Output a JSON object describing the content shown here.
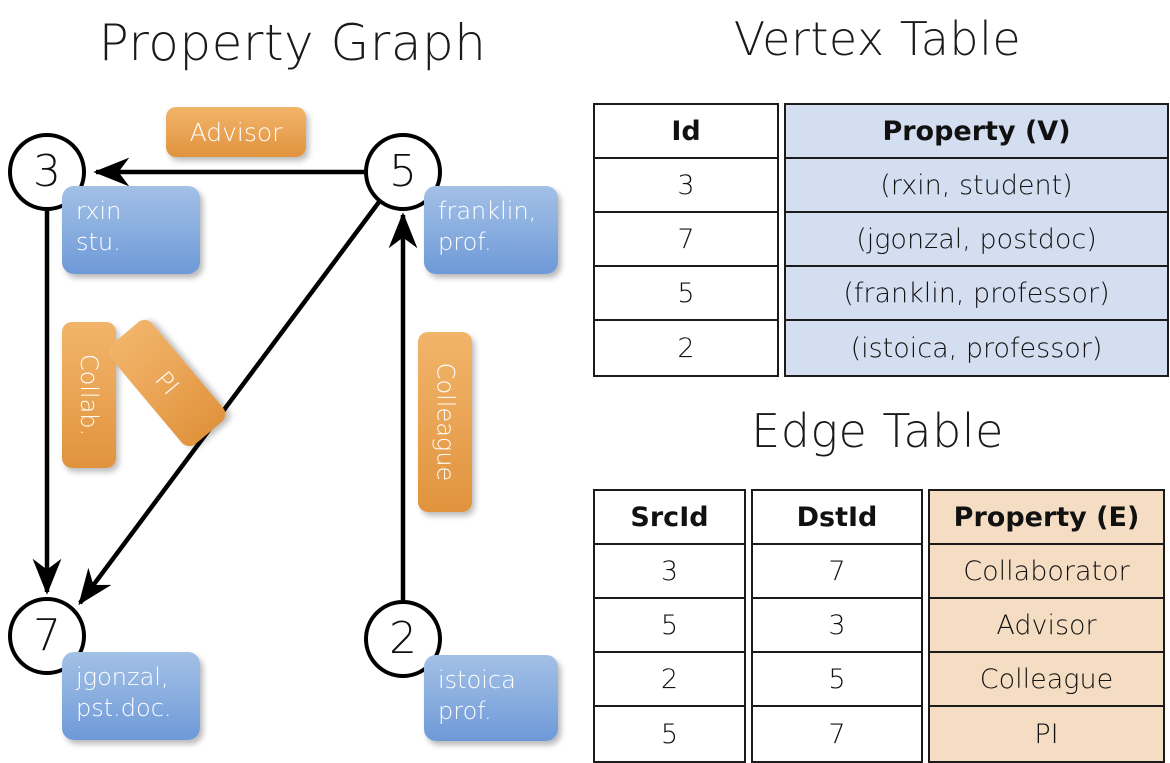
{
  "titles": {
    "property_graph": "Property Graph",
    "vertex_table": "Vertex Table",
    "edge_table": "Edge Table"
  },
  "graph": {
    "nodes": [
      {
        "id": "3",
        "property": "rxin\nstu.",
        "property_line1": "rxin",
        "property_line2": "stu."
      },
      {
        "id": "5",
        "property": "franklin,\nprof.",
        "property_line1": "franklin,",
        "property_line2": "prof."
      },
      {
        "id": "7",
        "property": "jgonzal,\npst.doc.",
        "property_line1": "jgonzal,",
        "property_line2": "pst.doc."
      },
      {
        "id": "2",
        "property": "istoica\nprof.",
        "property_line1": "istoica",
        "property_line2": "prof."
      }
    ],
    "edge_labels": {
      "advisor": "Advisor",
      "collab": "Collab.",
      "pi": "PI",
      "colleague": "Colleague"
    },
    "edges": [
      {
        "src": "5",
        "dst": "3",
        "label": "Advisor"
      },
      {
        "src": "3",
        "dst": "7",
        "label": "Collab."
      },
      {
        "src": "5",
        "dst": "7",
        "label": "PI"
      },
      {
        "src": "2",
        "dst": "5",
        "label": "Colleague"
      }
    ]
  },
  "vertex_table": {
    "headers": [
      "Id",
      "Property (V)"
    ],
    "rows": [
      {
        "id": "3",
        "property": "(rxin, student)"
      },
      {
        "id": "7",
        "property": "(jgonzal, postdoc)"
      },
      {
        "id": "5",
        "property": "(franklin, professor)"
      },
      {
        "id": "2",
        "property": "(istoica, professor)"
      }
    ]
  },
  "edge_table": {
    "headers": [
      "SrcId",
      "DstId",
      "Property (E)"
    ],
    "rows": [
      {
        "src": "3",
        "dst": "7",
        "property": "Collaborator"
      },
      {
        "src": "5",
        "dst": "3",
        "property": "Advisor"
      },
      {
        "src": "2",
        "dst": "5",
        "property": "Colleague"
      },
      {
        "src": "5",
        "dst": "7",
        "property": "PI"
      }
    ]
  },
  "colors": {
    "vertex_property_fill": "#d3def0",
    "edge_property_fill": "#f5ddc3",
    "node_box_blue": "#8cb0e0",
    "edge_chip_orange": "#eba658",
    "stroke": "#1b1b1b",
    "background": "#ffffff"
  }
}
